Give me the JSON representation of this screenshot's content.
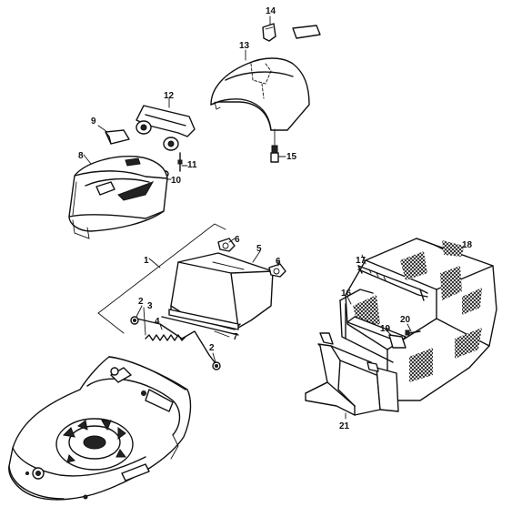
{
  "callouts": [
    {
      "id": "c1",
      "text": "1"
    },
    {
      "id": "c2a",
      "text": "2"
    },
    {
      "id": "c2b",
      "text": "2"
    },
    {
      "id": "c3",
      "text": "3"
    },
    {
      "id": "c4",
      "text": "4"
    },
    {
      "id": "c5",
      "text": "5"
    },
    {
      "id": "c6a",
      "text": "6"
    },
    {
      "id": "c6b",
      "text": "6"
    },
    {
      "id": "c7",
      "text": "7"
    },
    {
      "id": "c8",
      "text": "8"
    },
    {
      "id": "c9",
      "text": "9"
    },
    {
      "id": "c10",
      "text": "10"
    },
    {
      "id": "c11",
      "text": "11"
    },
    {
      "id": "c12",
      "text": "12"
    },
    {
      "id": "c13",
      "text": "13"
    },
    {
      "id": "c14",
      "text": "14"
    },
    {
      "id": "c15",
      "text": "15"
    },
    {
      "id": "c16",
      "text": "16"
    },
    {
      "id": "c17",
      "text": "17"
    },
    {
      "id": "c18",
      "text": "18"
    },
    {
      "id": "c19",
      "text": "19"
    },
    {
      "id": "c20",
      "text": "20"
    },
    {
      "id": "c21",
      "text": "21"
    }
  ],
  "colors": {
    "line": "#111111",
    "background": "#ffffff"
  }
}
